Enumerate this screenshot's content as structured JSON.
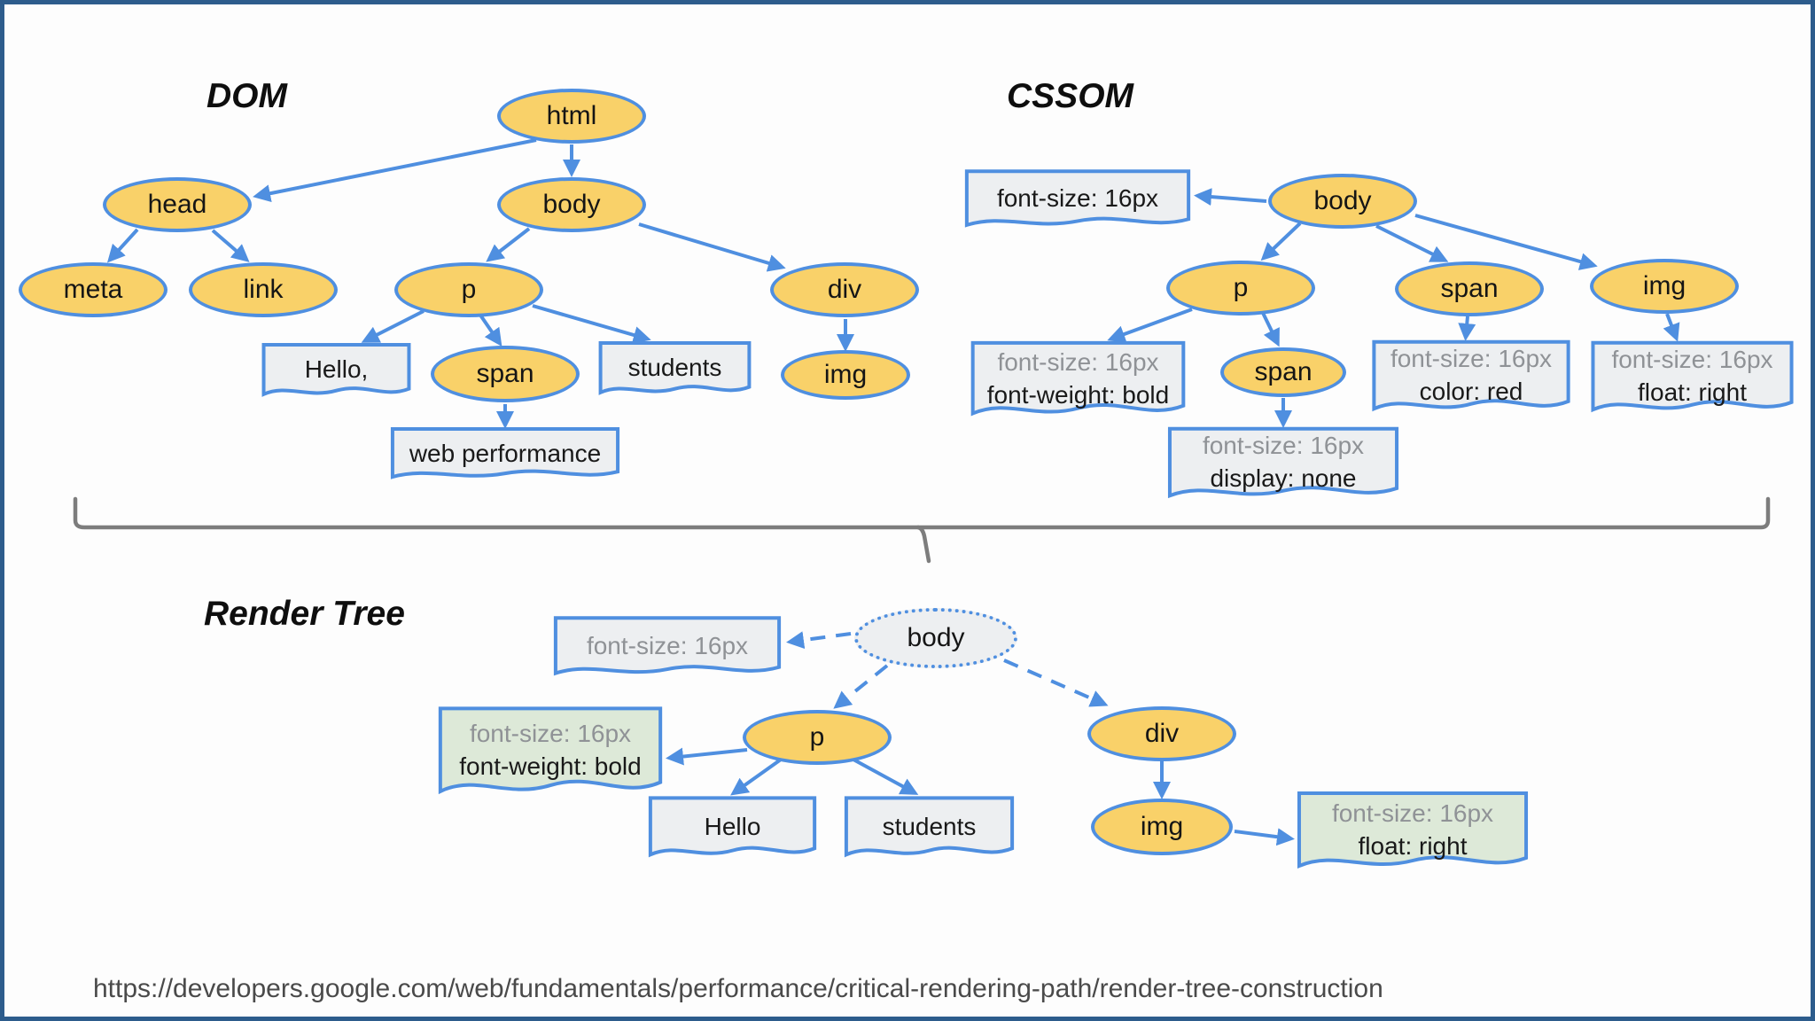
{
  "dom": {
    "title": "DOM",
    "nodes": {
      "html": "html",
      "head": "head",
      "body": "body",
      "meta": "meta",
      "link": "link",
      "p": "p",
      "div": "div",
      "span": "span",
      "img": "img"
    },
    "text_leaves": {
      "hello": "Hello,",
      "students": "students",
      "web_performance": "web performance"
    }
  },
  "cssom": {
    "title": "CSSOM",
    "nodes": {
      "body": "body",
      "p": "p",
      "span": "span",
      "img": "img",
      "span_child": "span"
    },
    "rules": {
      "body": {
        "line1": "font-size: 16px"
      },
      "p": {
        "line1": "font-size: 16px",
        "line2": "font-weight: bold"
      },
      "span": {
        "line1": "font-size: 16px",
        "line2": "color: red"
      },
      "img": {
        "line1": "font-size: 16px",
        "line2": "float: right"
      },
      "span_child": {
        "line1": "font-size: 16px",
        "line2": "display: none"
      }
    }
  },
  "render_tree": {
    "title": "Render Tree",
    "nodes": {
      "body": "body",
      "p": "p",
      "div": "div",
      "img": "img"
    },
    "rules": {
      "body": {
        "line1": "font-size: 16px"
      },
      "p": {
        "line1": "font-size: 16px",
        "line2": "font-weight: bold"
      },
      "img": {
        "line1": "font-size: 16px",
        "line2": "float: right"
      }
    },
    "text_leaves": {
      "hello": "Hello",
      "students": "students"
    }
  },
  "footer": {
    "url": "https://developers.google.com/web/fundamentals/performance/critical-rendering-path/render-tree-construction"
  },
  "colors": {
    "node_fill": "#f9d169",
    "edge_blue": "#4f8fe0",
    "note_gray": "#edeff1",
    "note_green": "#dde9d8",
    "muted_text": "#8f9296",
    "brace_gray": "#7d7d7d",
    "frame_border": "#2d5c8c"
  }
}
